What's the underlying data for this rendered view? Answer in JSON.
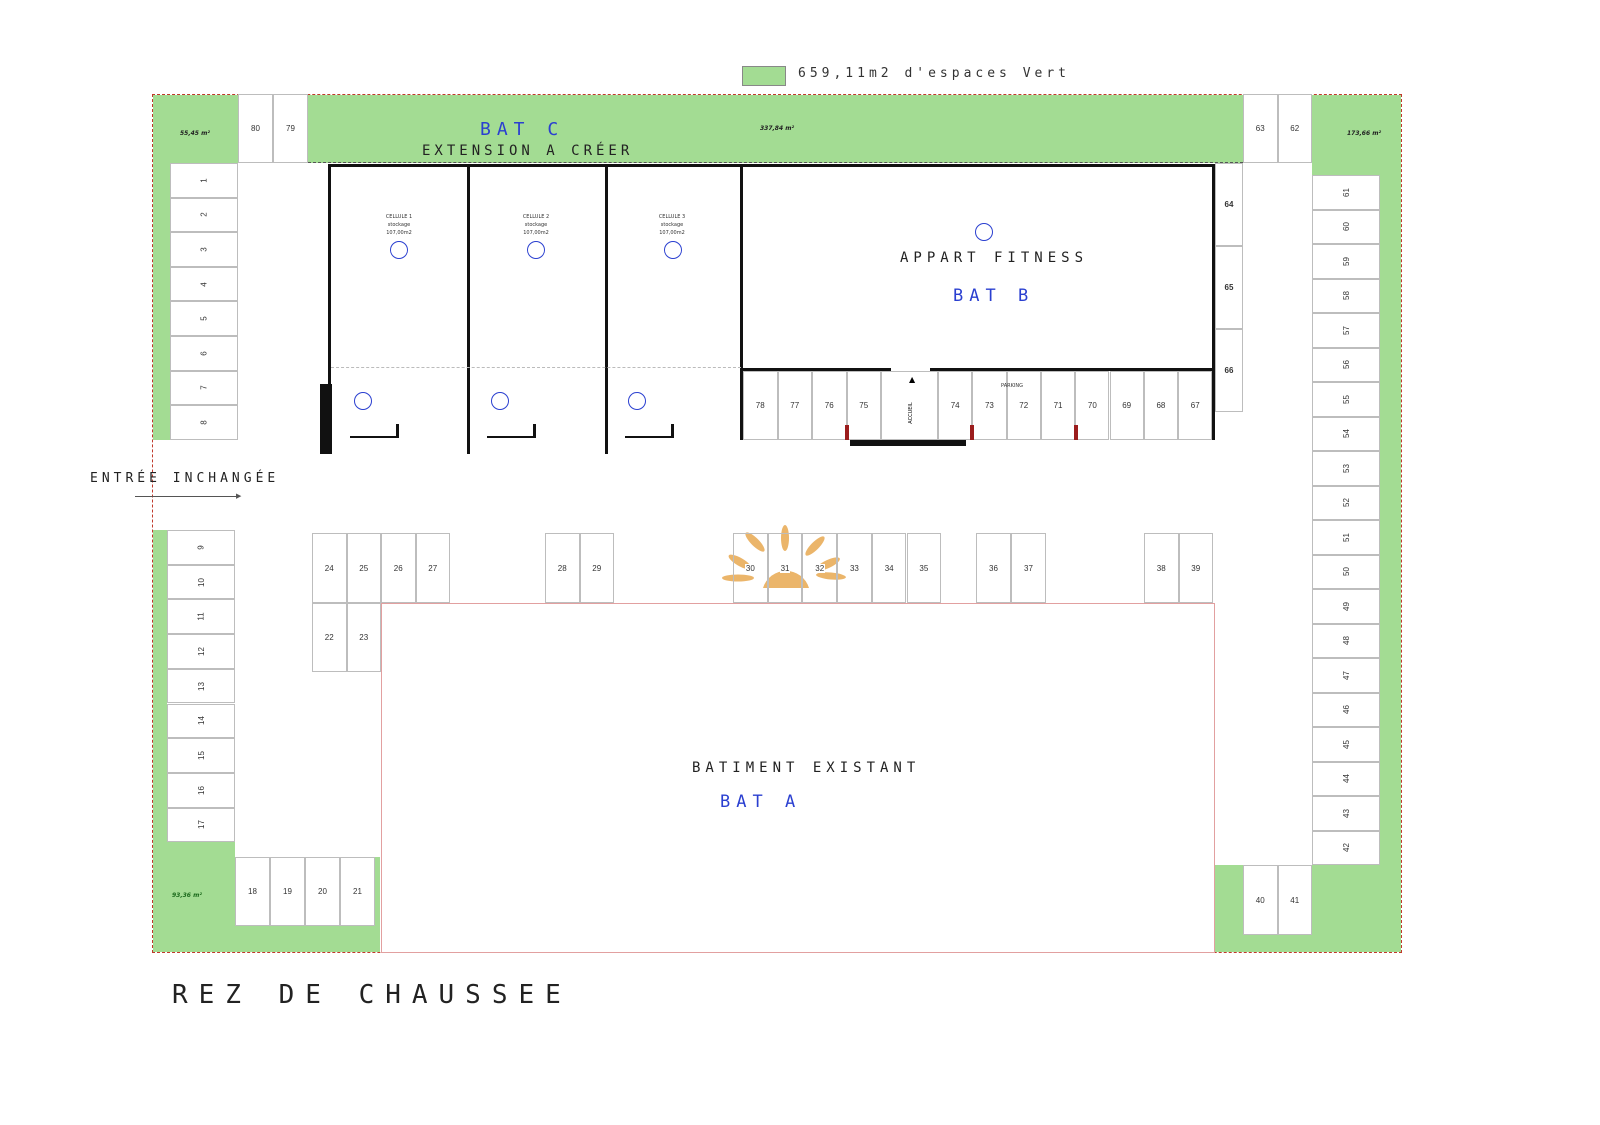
{
  "legend": {
    "label": "659,11m2 d'espaces Vert",
    "swatch_color": "#a3dc93"
  },
  "areas": {
    "top_left": "55,45 m²",
    "top_center": "337,84 m²",
    "top_right": "173,66 m²",
    "bottom_left": "93,36 m²"
  },
  "bat_c": {
    "title": "BAT C",
    "subtitle": "EXTENSION A CRÉER"
  },
  "cellules": [
    {
      "name": "CELLULE 1",
      "use": "stockage",
      "area": "107,00m2"
    },
    {
      "name": "CELLULE 2",
      "use": "stockage",
      "area": "107,00m2"
    },
    {
      "name": "CELLULE 3",
      "use": "stockage",
      "area": "107,00m2"
    }
  ],
  "bat_b": {
    "title": "APPART FITNESS",
    "subtitle": "BAT B",
    "accueil": "ACCUEIL",
    "parking": "PARKING"
  },
  "bat_a": {
    "title": "BATIMENT EXISTANT",
    "subtitle": "BAT A"
  },
  "entrance": "ENTRÉE INCHANGÉE",
  "floor_title": "REZ DE CHAUSSEE",
  "stalls": {
    "top_left": [
      "80",
      "79"
    ],
    "top_right": [
      "63",
      "62"
    ],
    "left_upper": [
      "1",
      "2",
      "3",
      "4",
      "5",
      "6",
      "7",
      "8"
    ],
    "left_lower": [
      "9",
      "10",
      "11",
      "12",
      "13",
      "14",
      "15",
      "16",
      "17"
    ],
    "bottom_left": [
      "18",
      "19",
      "20",
      "21"
    ],
    "row_a": [
      "24",
      "25",
      "26",
      "27"
    ],
    "row_b": [
      "22",
      "23"
    ],
    "row_c": [
      "28",
      "29"
    ],
    "row_d": [
      "30",
      "31",
      "32",
      "33",
      "34",
      "35"
    ],
    "row_e": [
      "36",
      "37"
    ],
    "row_f": [
      "38",
      "39"
    ],
    "bottom_right": [
      "40",
      "41"
    ],
    "right_column": [
      "61",
      "60",
      "59",
      "58",
      "57",
      "56",
      "55",
      "54",
      "53",
      "52",
      "51",
      "50",
      "49",
      "48",
      "47",
      "46",
      "45",
      "44",
      "43",
      "42"
    ],
    "bat_b_side": [
      "64",
      "65",
      "66"
    ],
    "bat_b_front_left": [
      "78",
      "77",
      "76",
      "75"
    ],
    "bat_b_front_right": [
      "74",
      "73",
      "72",
      "71",
      "70",
      "69",
      "68",
      "67"
    ]
  },
  "colors": {
    "green": "#a3dc93",
    "title_blue": "#2a3fd0",
    "boundary_red": "#c0392b",
    "logo_orange": "#ebb56a"
  }
}
